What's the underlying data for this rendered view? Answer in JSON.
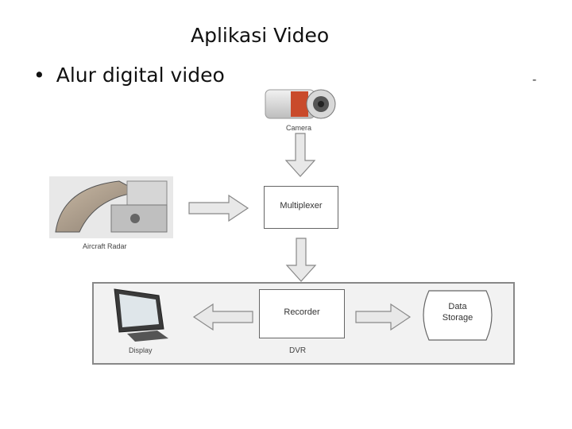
{
  "slide": {
    "title": "Aplikasi Video",
    "bullet": "Alur digital video",
    "bullet_marker": "•",
    "dash": "-"
  },
  "diagram": {
    "camera_label": "Camera",
    "radar_label": "Aircraft Radar",
    "multiplexer_label": "Multiplexer",
    "recorder_label": "Recorder",
    "storage_label_line1": "Data",
    "storage_label_line2": "Storage",
    "display_label": "Display",
    "dvr_label": "DVR"
  }
}
